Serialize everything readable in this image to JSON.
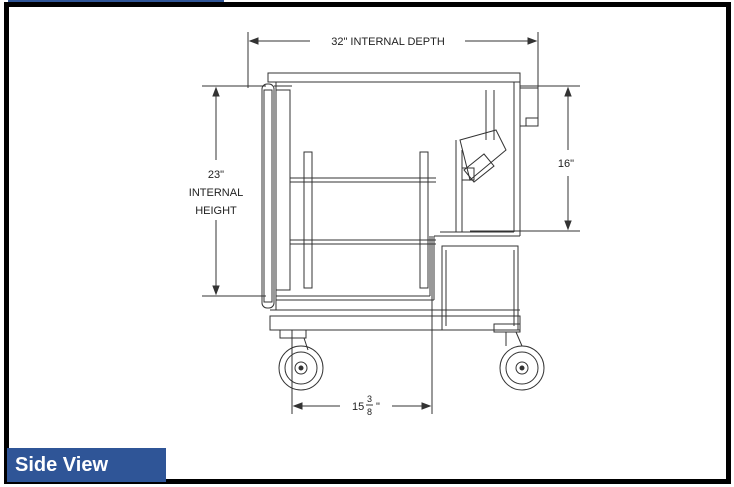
{
  "diagram": {
    "view_label": "Side View",
    "dimensions": {
      "depth": "32\" INTERNAL DEPTH",
      "height_value": "23\"",
      "height_line1": "INTERNAL",
      "height_line2": "HEIGHT",
      "shelf_height": "16\"",
      "width_whole": "15",
      "width_num": "3",
      "width_den": "8",
      "width_inch": "\""
    }
  },
  "colors": {
    "tab_blue": "#2f5597",
    "border": "#000000",
    "line": "#333333"
  }
}
